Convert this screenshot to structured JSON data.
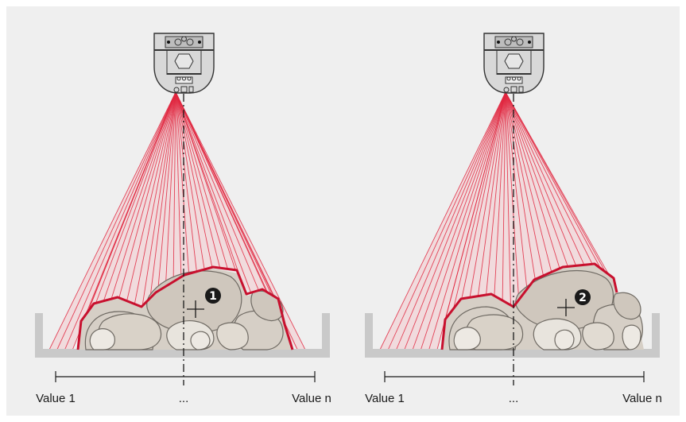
{
  "colors": {
    "background": "#efefef",
    "beam": "#e0273f",
    "beam_fill": "#f6b7bd",
    "outline": "#c8102e",
    "rock": "#d6cfc6",
    "rock_light": "#e8e4dd",
    "rock_edge": "#6f6a63",
    "container": "#c9c9c9",
    "text": "#1a1a1a"
  },
  "icons": {
    "sensor": "laser-scanner-icon",
    "marker": "crosshair-icon"
  },
  "left": {
    "marker_label": "1",
    "axis_start": "Value 1",
    "axis_mid": "...",
    "axis_end": "Value n"
  },
  "right": {
    "marker_label": "2",
    "axis_start": "Value 1",
    "axis_mid": "...",
    "axis_end": "Value n"
  }
}
